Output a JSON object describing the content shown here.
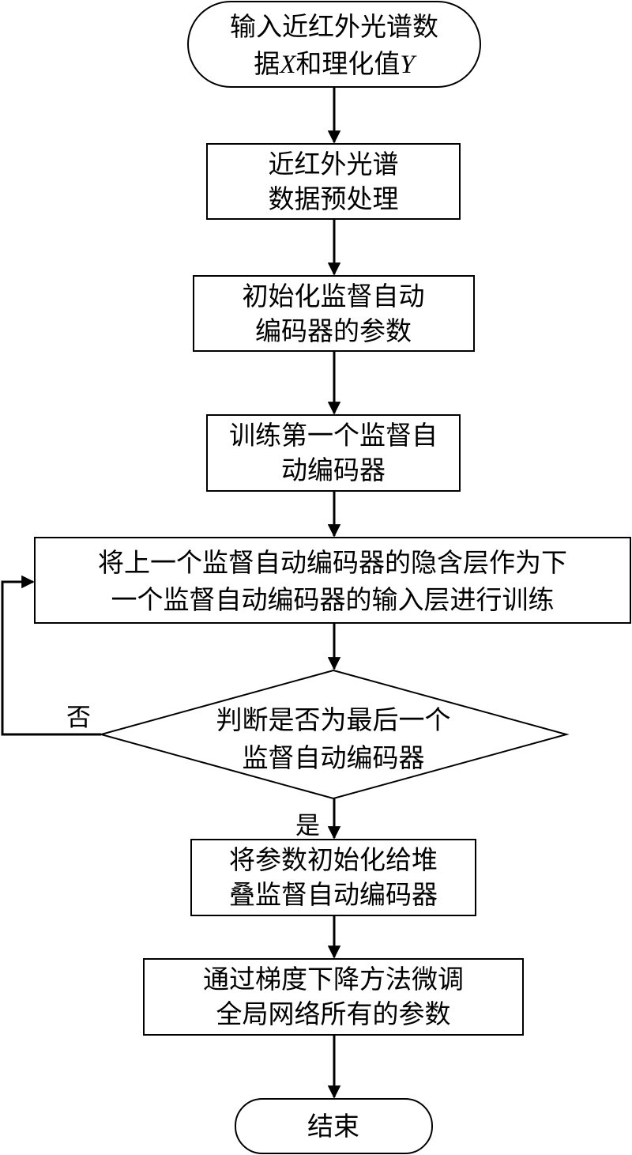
{
  "nodes": {
    "start": {
      "line1": "输入近红外光谱数",
      "line2_a": "据",
      "line2_x": "X",
      "line2_b": "和理化值",
      "line2_y": "Y"
    },
    "preprocess": {
      "line1": "近红外光谱",
      "line2": "数据预处理"
    },
    "init_params": {
      "line1": "初始化监督自动",
      "line2": "编码器的参数"
    },
    "train_first": {
      "line1": "训练第一个监督自",
      "line2": "动编码器"
    },
    "hidden_as_input": {
      "line1": "将上一个监督自动编码器的隐含层作为下",
      "line2": "一个监督自动编码器的输入层进行训练"
    },
    "decision": {
      "line1": "判断是否为最后一个",
      "line2": "监督自动编码器"
    },
    "stack_init": {
      "line1": "将参数初始化给堆",
      "line2": "叠监督自动编码器"
    },
    "finetune": {
      "line1": "通过梯度下降方法微调",
      "line2": "全局网络所有的参数"
    },
    "end": {
      "label": "结束"
    }
  },
  "edges": {
    "no_label": "否",
    "yes_label": "是"
  }
}
